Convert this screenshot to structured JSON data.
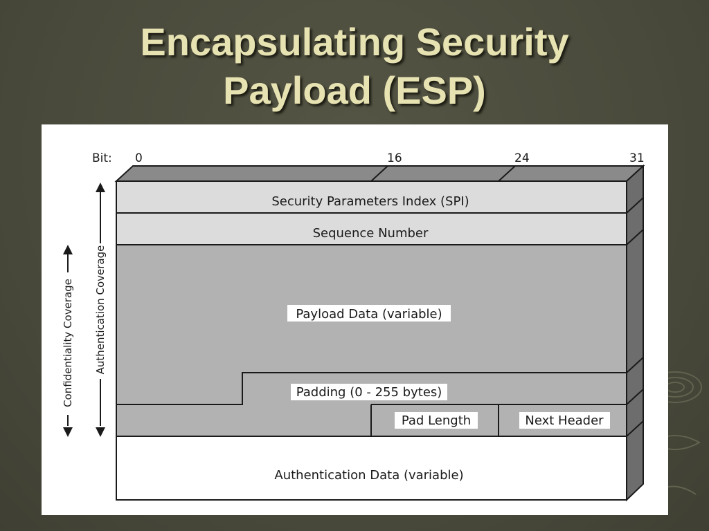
{
  "slide": {
    "title_line1": "Encapsulating Security",
    "title_line2": "Payload (ESP)"
  },
  "diagram": {
    "bit_label": "Bit:",
    "bit_ticks": [
      "0",
      "16",
      "24",
      "31"
    ],
    "fields": {
      "spi": "Security Parameters Index (SPI)",
      "sequence": "Sequence Number",
      "payload": "Payload Data (variable)",
      "padding": "Padding (0 - 255 bytes)",
      "pad_length": "Pad Length",
      "next_header": "Next Header",
      "auth_data": "Authentication Data (variable)"
    },
    "coverage": {
      "confidentiality": "Confidentiality Coverage",
      "authentication": "Authentication Coverage"
    },
    "colors": {
      "light_field": "#dcdcdc",
      "dark_field": "#b2b2b2",
      "top_face": "#8a8a8a",
      "side_face": "#6d6d6d",
      "label_box": "#ffffff"
    }
  }
}
